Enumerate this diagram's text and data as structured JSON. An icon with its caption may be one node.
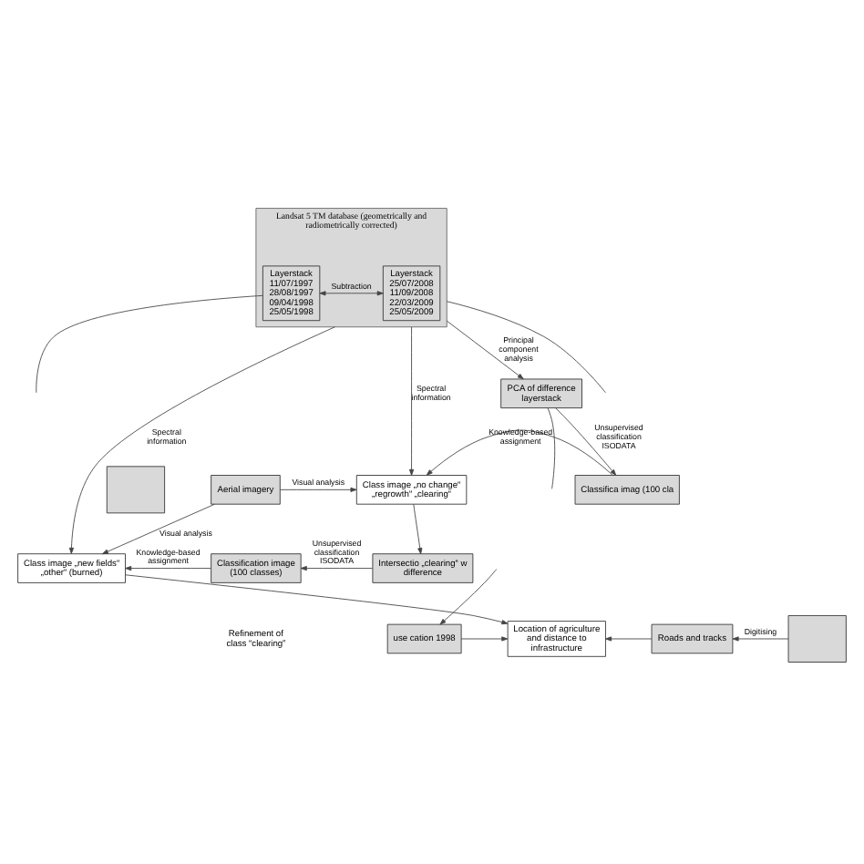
{
  "diagram": {
    "nodes": [
      {
        "text": [
          "Landsat 5 TM database (geometrically and radiometrically corrected)"
        ]
      },
      {
        "text": [
          "Layerstack 11/07/1997 28/08/1997 09/04/1998 25/05/1998"
        ],
        "in": 0
      },
      {
        "text": [
          "Layerstack 25/07/2008 11/09/2008 22/03/2009 25/05/2009"
        ],
        "in": 0
      },
      {
        "text": [
          "PCA of difference layerstack"
        ]
      },
      {
        "text": [],
        "shape": "box"
      },
      {
        "text": [
          "Aerial imagery"
        ]
      },
      {
        "text": [
          "Class image „no change“ „regrowth“ „clearing“"
        ]
      },
      {
        "text": [
          "Classifica imag (100 cla"
        ]
      },
      {
        "text": [
          "Class image „new fields“ „other“ (burned)"
        ]
      },
      {
        "text": [
          "Classification image (100 classes)"
        ]
      },
      {
        "text": [
          "Intersectio „clearing“ w difference"
        ]
      },
      {
        "text": [
          "use cation 1998"
        ]
      },
      {
        "text": [
          "Location of agriculture and distance to infrastructure"
        ]
      },
      {
        "text": [
          "Roads and tracks"
        ]
      },
      {
        "text": [],
        "shape": "box"
      }
    ],
    "edges": [
      {
        "from": 1,
        "to": 2,
        "arrow": "both",
        "label": "Subtraction"
      },
      {
        "from": 0,
        "to": 3,
        "arrow": "to",
        "label": "Principal component analysis"
      },
      {
        "from": 3,
        "to": null,
        "arrow": "none"
      },
      {
        "from": 3,
        "to": 7,
        "arrow": "to",
        "label": "Unsupervised classification ISODATA"
      },
      {
        "from": 0,
        "to": 6,
        "arrow": "to",
        "label": "Spectral information"
      },
      {
        "from": 1,
        "to": null,
        "arrow": "none"
      },
      {
        "from": 0,
        "to": null,
        "arrow": "none"
      },
      {
        "from": 5,
        "to": 6,
        "arrow": "to",
        "label": "Visual analysis"
      },
      {
        "from": 7,
        "to": 6,
        "arrow": "to",
        "label": "Knowledge-based assignment"
      },
      {
        "from": 6,
        "to": 10,
        "arrow": "to"
      },
      {
        "from": 0,
        "to": 8,
        "arrow": "to",
        "label": "Spectral information"
      },
      {
        "from": 5,
        "to": 8,
        "arrow": "to",
        "label": "Visual analysis"
      },
      {
        "from": 10,
        "to": 9,
        "arrow": "to",
        "label": "Unsupervised classification ISODATA"
      },
      {
        "from": 9,
        "to": 8,
        "arrow": "to",
        "label": "Knowledge-based assignment"
      },
      {
        "from": null,
        "to": 11,
        "arrow": "to"
      },
      {
        "from": 8,
        "to": 12,
        "arrow": "to"
      },
      {
        "from": 11,
        "to": 12,
        "arrow": "to"
      },
      {
        "from": 13,
        "to": 12,
        "arrow": "to"
      },
      {
        "from": 14,
        "to": 13,
        "arrow": "to",
        "label": "Digitising"
      }
    ],
    "labels": [
      "Refinement of class “clearing”"
    ]
  }
}
